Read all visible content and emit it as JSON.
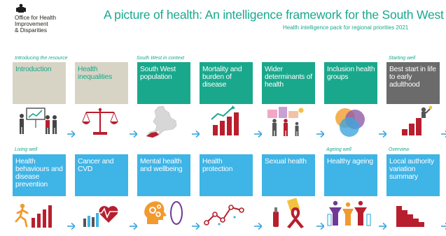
{
  "brand": {
    "org_lines": [
      "Office for Health",
      "Improvement",
      "& Disparities"
    ],
    "crest_icon": "royal-crest-icon"
  },
  "header": {
    "title": "A picture of health: An intelligence framework for the South West",
    "subtitle": "Health intelligence pack for regional priorities 2021"
  },
  "colors": {
    "teal": "#1aa88c",
    "beige": "#d8d4c5",
    "grey": "#6b6b6b",
    "blue": "#3fb4e6",
    "red": "#b81f2e",
    "arrow": "#3aa7de"
  },
  "sections": {
    "introducing": "Introducing the resource",
    "south_west": "South West in context",
    "starting_well": "Starting well",
    "living_well": "Living well",
    "ageing_well": "Ageing well",
    "overview": "Overview"
  },
  "tiles": [
    {
      "label": "Introduction",
      "color": "beige",
      "icon": "presentation-people-icon"
    },
    {
      "label": "Health inequalities",
      "color": "beige",
      "icon": "balance-scales-icon"
    },
    {
      "label": "South West population",
      "color": "teal",
      "icon": "england-map-icon"
    },
    {
      "label": "Mortality and burden of disease",
      "color": "teal",
      "icon": "rising-bar-chart-icon"
    },
    {
      "label": "Wider determinants of health",
      "color": "teal",
      "icon": "community-family-icon"
    },
    {
      "label": "Inclusion health groups",
      "color": "teal",
      "icon": "overlapping-circles-icon"
    },
    {
      "label": "Best start in life to early adulthood",
      "color": "grey",
      "icon": "growth-steps-child-icon"
    },
    {
      "label": "Health behaviours and disease prevention",
      "color": "blue",
      "icon": "runner-bars-icon"
    },
    {
      "label": "Cancer and CVD",
      "color": "blue",
      "icon": "heart-pulse-bars-icon"
    },
    {
      "label": "Mental health and wellbeing",
      "color": "blue",
      "icon": "head-gears-icon"
    },
    {
      "label": "Health protection",
      "color": "blue",
      "icon": "network-chart-icon"
    },
    {
      "label": "Sexual health",
      "color": "blue",
      "icon": "ribbon-bottle-icon"
    },
    {
      "label": "Healthy ageing",
      "color": "blue",
      "icon": "family-group-icon"
    },
    {
      "label": "Local authority variation summary",
      "color": "blue",
      "icon": "stepped-bars-icon"
    }
  ]
}
